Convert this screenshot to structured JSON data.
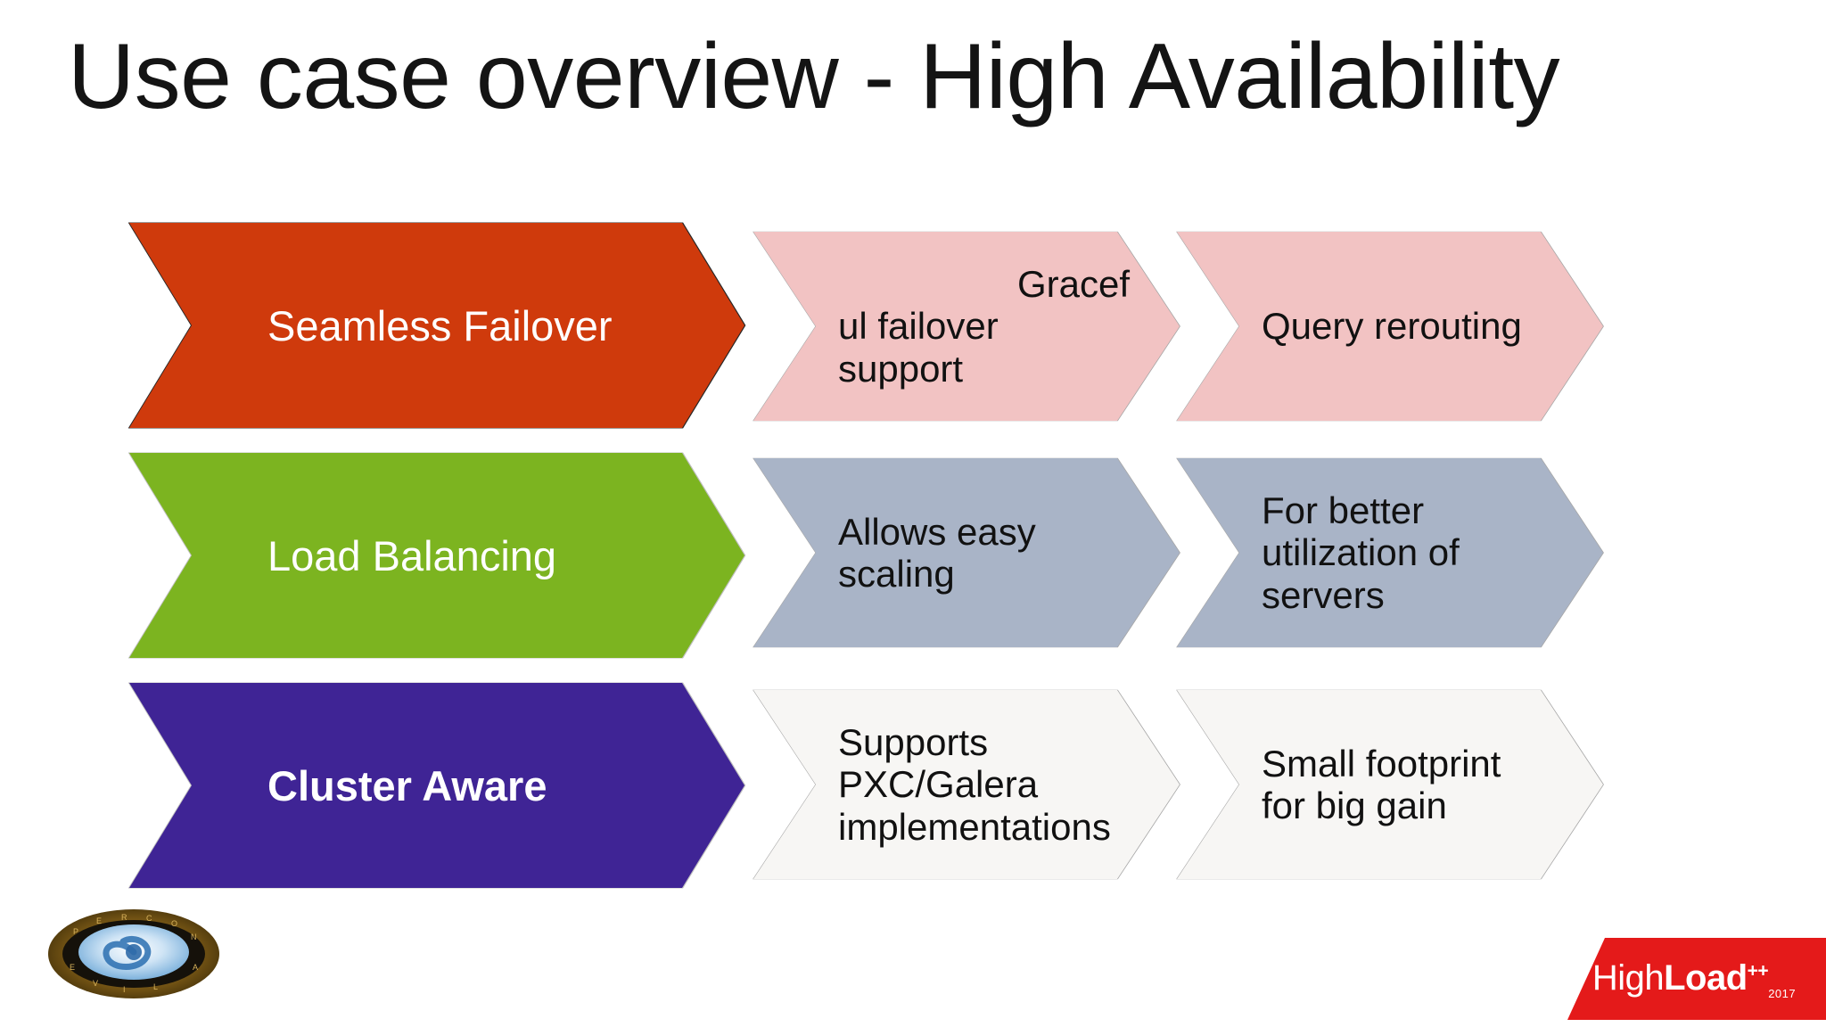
{
  "slide": {
    "title": "Use case overview - High Availability",
    "background": "#ffffff"
  },
  "colors": {
    "row1_primary_fill": "#cf3a0c",
    "row1_primary_border": "#262626",
    "row1_secondary_fill": "#f2c3c3",
    "row1_secondary_border": "#a6a6a6",
    "row2_primary_fill": "#7cb420",
    "row2_primary_border": "#bfbfbf",
    "row2_secondary_fill": "#a9b4c7",
    "row2_secondary_border": "#a6a6a6",
    "row3_primary_fill": "#3f2495",
    "row3_primary_border": "#bfbfbf",
    "row3_secondary_fill": "#f7f6f4",
    "row3_secondary_border": "#a6a6a6",
    "primary_text": "#ffffff",
    "secondary_text": "#111111",
    "highload_red": "#e41a1a"
  },
  "rows": [
    {
      "primary": {
        "label": "Seamless Failover",
        "bold": false
      },
      "secondary": [
        {
          "line1": "Gracef",
          "line2": "ul failover",
          "line3": "support"
        },
        {
          "line1": "Query rerouting",
          "line2": "",
          "line3": ""
        }
      ]
    },
    {
      "primary": {
        "label": "Load Balancing",
        "bold": false
      },
      "secondary": [
        {
          "line1": "Allows easy",
          "line2": "scaling",
          "line3": ""
        },
        {
          "line1": "For better",
          "line2": "utilization of",
          "line3": "servers"
        }
      ]
    },
    {
      "primary": {
        "label": "Cluster Aware",
        "bold": true
      },
      "secondary": [
        {
          "line1": "Supports",
          "line2": "PXC/Galera",
          "line3": "implementations"
        },
        {
          "line1": "Small footprint",
          "line2": "for big gain",
          "line3": ""
        }
      ]
    }
  ],
  "logos": {
    "galaxy": {
      "name": "percona-galaxy-logo"
    },
    "highload": {
      "name": "highload-logo",
      "text_light": "High",
      "text_bold": "Load",
      "superscript": "++",
      "year": "2017"
    }
  }
}
